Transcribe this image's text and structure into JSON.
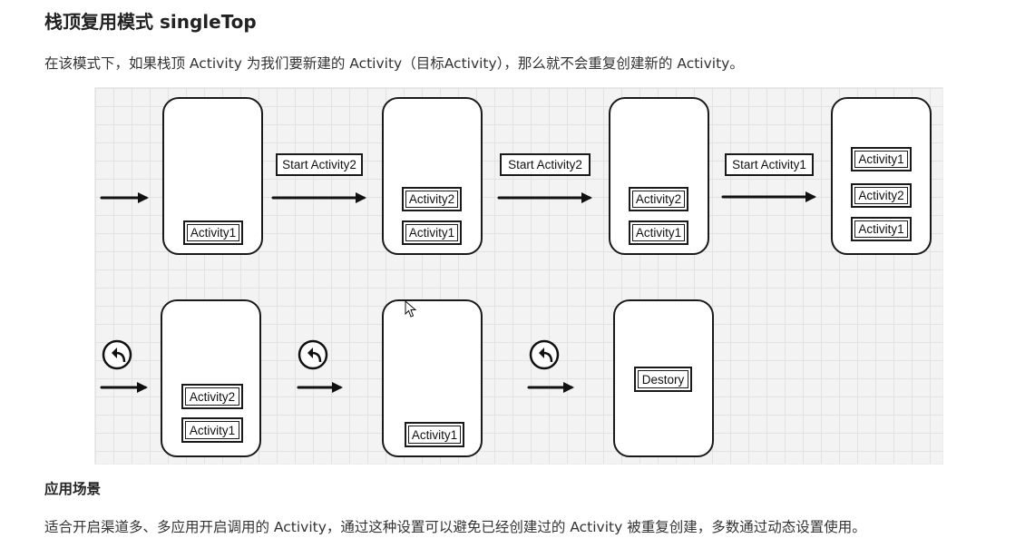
{
  "heading": "栈顶复用模式 singleTop",
  "intro": "在该模式下，如果栈顶 Activity 为我们要新建的 Activity（目标Activity），那么就不会重复创建新的 Activity。",
  "diagram": {
    "row1": {
      "stack1": [
        "Activity1"
      ],
      "step1": "Start Activity2",
      "stack2": [
        "Activity2",
        "Activity1"
      ],
      "step2": "Start Activity2",
      "stack3": [
        "Activity2",
        "Activity1"
      ],
      "step3": "Start Activity1",
      "stack4": [
        "Activity1",
        "Activity2",
        "Activity1"
      ]
    },
    "row2": {
      "stack1": [
        "Activity2",
        "Activity1"
      ],
      "stack2": [
        "Activity1"
      ],
      "stack3": [
        "Destory"
      ]
    }
  },
  "section_heading": "应用场景",
  "section_text": "适合开启渠道多、多应用开启调用的 Activity，通过这种设置可以避免已经创建过的 Activity 被重复创建，多数通过动态设置使用。"
}
